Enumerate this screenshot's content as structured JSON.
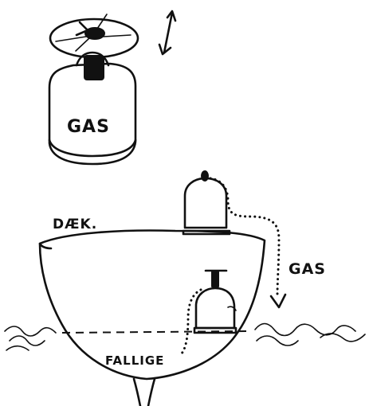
{
  "labels": {
    "canister": "GAS",
    "deck": "DÆK.",
    "flow": "GAS",
    "bilge": "FALLIGE"
  },
  "colors": {
    "ink": "#111111",
    "paper": "#ffffff"
  }
}
